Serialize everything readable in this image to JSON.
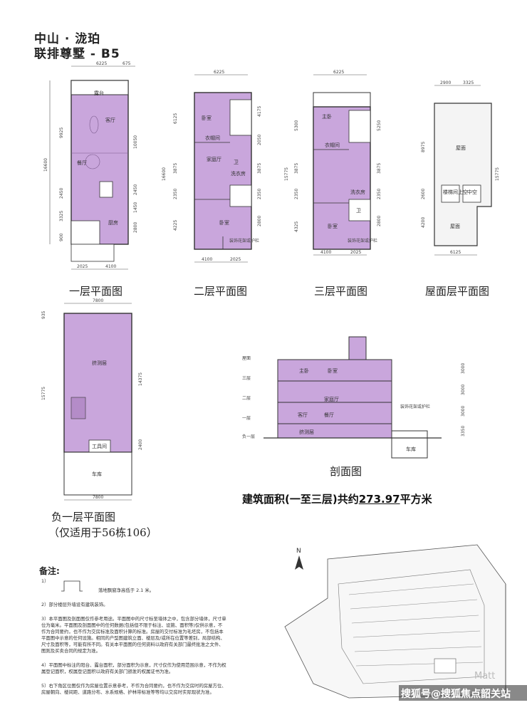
{
  "header": {
    "title_line1": "中山 · 泷珀",
    "title_line2": "联排尊墅 - B5"
  },
  "colors": {
    "plan_fill": "#c9a6dc",
    "plan_stroke": "#7a5a8c",
    "line": "#333333"
  },
  "plans": {
    "floor1": {
      "caption": "一层平面图",
      "top_dims": [
        "6225",
        "675"
      ],
      "left_dims": [
        "16600"
      ],
      "right_dims": [
        "10050",
        "2450",
        "1450",
        "2800"
      ],
      "inner_left_dims": [
        "9925",
        "2450",
        "3325",
        "900"
      ],
      "bottom_dims": [
        "2025",
        "4100"
      ],
      "rooms": [
        "露台",
        "客厅",
        "餐厅",
        "厨房"
      ]
    },
    "floor2": {
      "caption": "二层平面图",
      "top_dims": [
        "6225"
      ],
      "left_dims": [
        "16600",
        "6125",
        "3875",
        "2350",
        "4225"
      ],
      "right_dims": [
        "4175",
        "2050",
        "3875",
        "2350",
        "2800"
      ],
      "bottom_dims": [
        "4100",
        "2025"
      ],
      "rooms": [
        "卧室",
        "衣帽间",
        "家庭厅",
        "卫",
        "洗衣房",
        "卧室"
      ],
      "note": "装饰花架或护栏"
    },
    "floor3": {
      "caption": "三层平面图",
      "top_dims": [
        "6225"
      ],
      "left_dims": [
        "15775",
        "5300",
        "3875",
        "2350",
        "4325"
      ],
      "right_dims": [
        "5250",
        "3875",
        "2350",
        "2800"
      ],
      "bottom_dims": [
        "4100",
        "2025"
      ],
      "rooms": [
        "主卧",
        "衣帽间",
        "卧室",
        "洗衣房",
        "卫"
      ],
      "note": "装饰花架或护栏"
    },
    "roof": {
      "caption": "屋面层平面图",
      "top_dims": [
        "2900",
        "3325"
      ],
      "left_dims": [
        "8975",
        "2600",
        "4200"
      ],
      "right_dims": [
        "15775"
      ],
      "bottom_dims": [
        "6125"
      ],
      "rooms": [
        "屋面",
        "楼梯间上空",
        "中空",
        "屋面"
      ]
    },
    "basement": {
      "caption_line1": "负一层平面图",
      "caption_line2": "（仅适用于56栋106）",
      "top_dims": [
        "7800"
      ],
      "left_dims": [
        "935",
        "15775"
      ],
      "right_dims": [
        "14375",
        "2400"
      ],
      "bottom_dims": [
        "7800"
      ],
      "rooms": [
        "挤测层",
        "工具间",
        "车库"
      ]
    },
    "section": {
      "caption": "剖面图",
      "levels": [
        "屋面",
        "三层",
        "二层",
        "一层",
        "负一层"
      ],
      "right_dims": [
        "3000",
        "3000",
        "3000",
        "3350"
      ],
      "rooms": [
        "主卧",
        "卧室",
        "家庭厅",
        "客厅",
        "餐厅",
        "挤测层",
        "车库"
      ],
      "note": "装饰花架或护栏"
    }
  },
  "area": {
    "prefix": "建筑面积(一至三层)共约",
    "value": "273.97",
    "suffix": "平方米"
  },
  "notes": {
    "heading": "备注:",
    "items": [
      "1）",
      "落地飘窗净高低于 2.1 米。",
      "2）部分楼层外墙设有建筑装饰。",
      "3）本平面图及剖面图仅作参考用途。平面图中的尺寸标至墙体之中，包含部分墙体，尺寸单位为毫米。平面图及剖面图中的任何数据(包括但不限于标注、设施、面积等)仅供示意，不作为合同要约，也不作为交房标准及面积计算的标准。房屋的交付标准为毛坯房，不包括本平面图中示意的任何设施。相同的户型图建筑立面、楼层及/或所在位置等差别，局部结构、尺寸及面积等，可能有所不同。有关本平面图的任何资料以政府有关部门最终批准之文件、图则及买卖合同的规定为准。",
      "4）平面图中标注的阳台、露台面积，部分面积为示意，尺寸仅作为使用范围示意，不作为权属登记面积，权属登记面积以政府有关部门颁发的权属证书为准。",
      "5）右下角区位图仅作为房屋位置示意参考，不作为合同要约，也不作为交房时的房屋方位、房屋朝向、楼间距、道路分布、水系规格、护林带标准等等均以交房时实际现状为准。"
    ]
  },
  "map": {
    "north_label": "N"
  },
  "watermark": {
    "text1": "搜狐号@搜狐焦点韶关站",
    "text2": "Matt"
  }
}
